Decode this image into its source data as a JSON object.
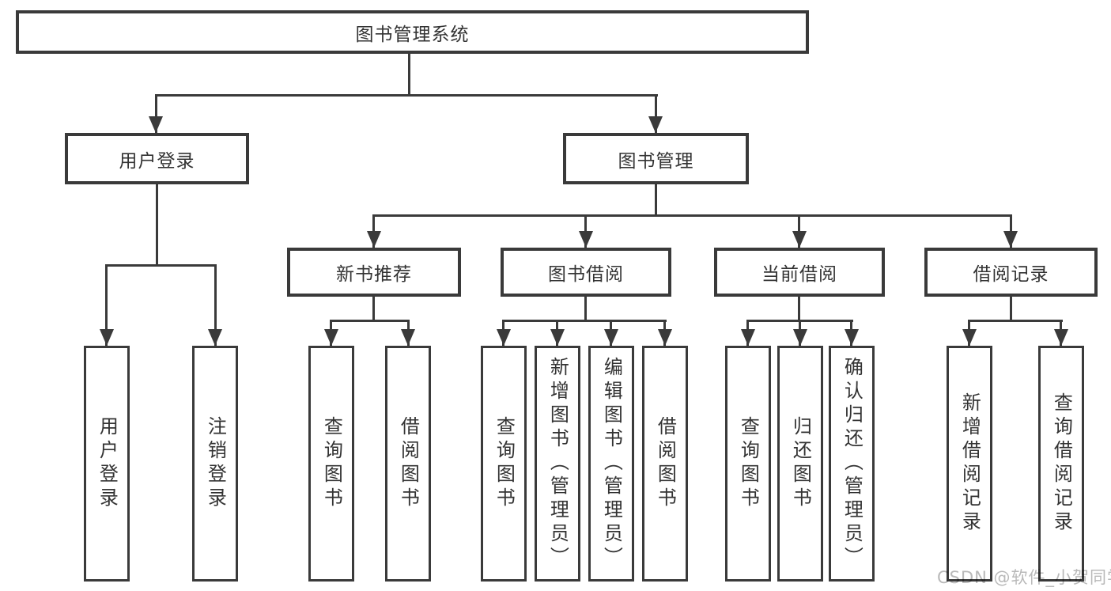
{
  "colors": {
    "line": "#3a3a3a",
    "text": "#333333",
    "background": "#ffffff",
    "watermark": "#b9b9b9"
  },
  "nodes": {
    "root": "图书管理系统",
    "user_login": "用户登录",
    "book_mgmt": "图书管理",
    "new_book_rec": "新书推荐",
    "book_borrow": "图书借阅",
    "current_borrow": "当前借阅",
    "borrow_records": "借阅记录"
  },
  "leaves": {
    "user_login": [
      "用户登录",
      "注销登录"
    ],
    "new_book_rec": [
      "查询图书",
      "借阅图书"
    ],
    "book_borrow": [
      "查询图书",
      "新增图书（管理员）",
      "编辑图书（管理员）",
      "借阅图书"
    ],
    "current_borrow": [
      "查询图书",
      "归还图书",
      "确认归还（管理员）"
    ],
    "borrow_records": [
      "新增借阅记录",
      "查询借阅记录"
    ]
  },
  "watermark": {
    "text": "CSDN @软件_小贺同学"
  }
}
